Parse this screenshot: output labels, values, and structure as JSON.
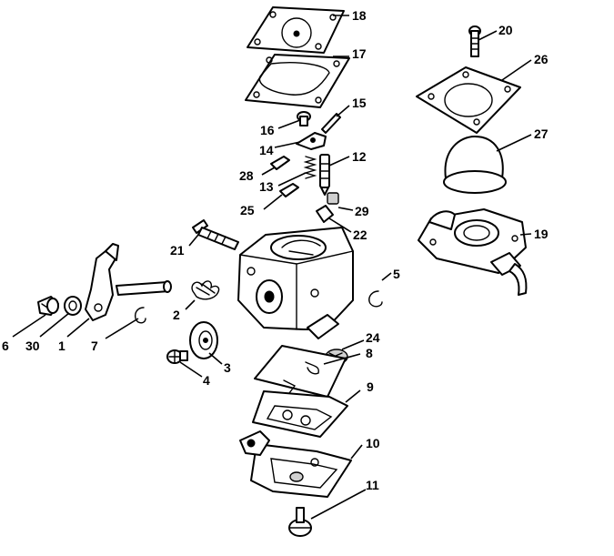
{
  "callouts": {
    "c1": "1",
    "c2": "2",
    "c3": "3",
    "c4": "4",
    "c5": "5",
    "c6": "6",
    "c7": "7",
    "c8": "8",
    "c9": "9",
    "c10": "10",
    "c11": "11",
    "c12": "12",
    "c13": "13",
    "c14": "14",
    "c15": "15",
    "c16": "16",
    "c17": "17",
    "c18": "18",
    "c19": "19",
    "c20": "20",
    "c21": "21",
    "c22": "22",
    "c24": "24",
    "c25": "25",
    "c26": "26",
    "c27": "27",
    "c28": "28",
    "c29": "29",
    "c30": "30"
  }
}
